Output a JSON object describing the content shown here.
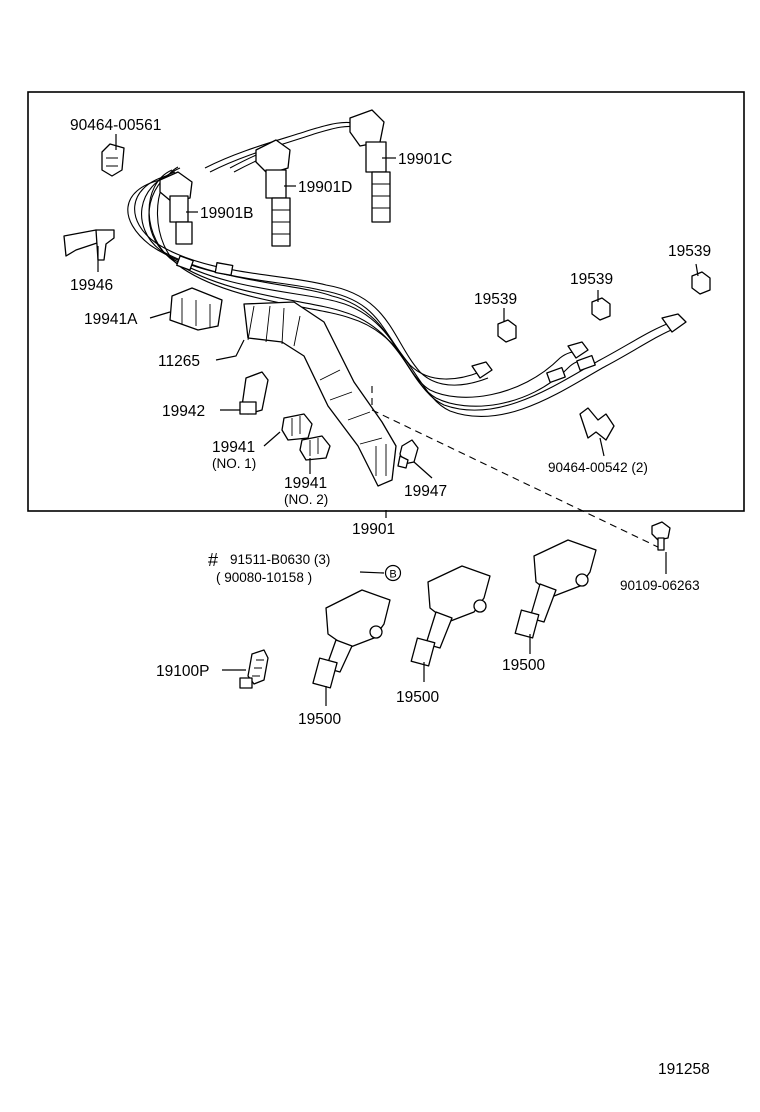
{
  "title_ref": "191258",
  "assembly_label": "19901",
  "callouts": {
    "clamp_top": "90464-00561",
    "cord_c": "19901C",
    "cord_d": "19901D",
    "cord_b": "19901B",
    "bracket": "19946",
    "holder_a": "19941A",
    "cover": "11265",
    "clamp_19942": "19942",
    "holder_no1": "19941",
    "holder_no1_sub": "(NO. 1)",
    "holder_no2": "19941",
    "holder_no2_sub": "(NO. 2)",
    "clamp_19947": "19947",
    "grommet_1": "19539",
    "grommet_2": "19539",
    "grommet_3": "19539",
    "clamp_right": "90464-00542 (2)",
    "bolt": "90109-06263",
    "screw_hash": "#",
    "screw_main": "91511-B0630 (3)",
    "screw_alt": "( 90080-10158 )",
    "screw_marker": "B",
    "sensor": "19100P",
    "coil_1": "19500",
    "coil_2": "19500",
    "coil_3": "19500"
  }
}
